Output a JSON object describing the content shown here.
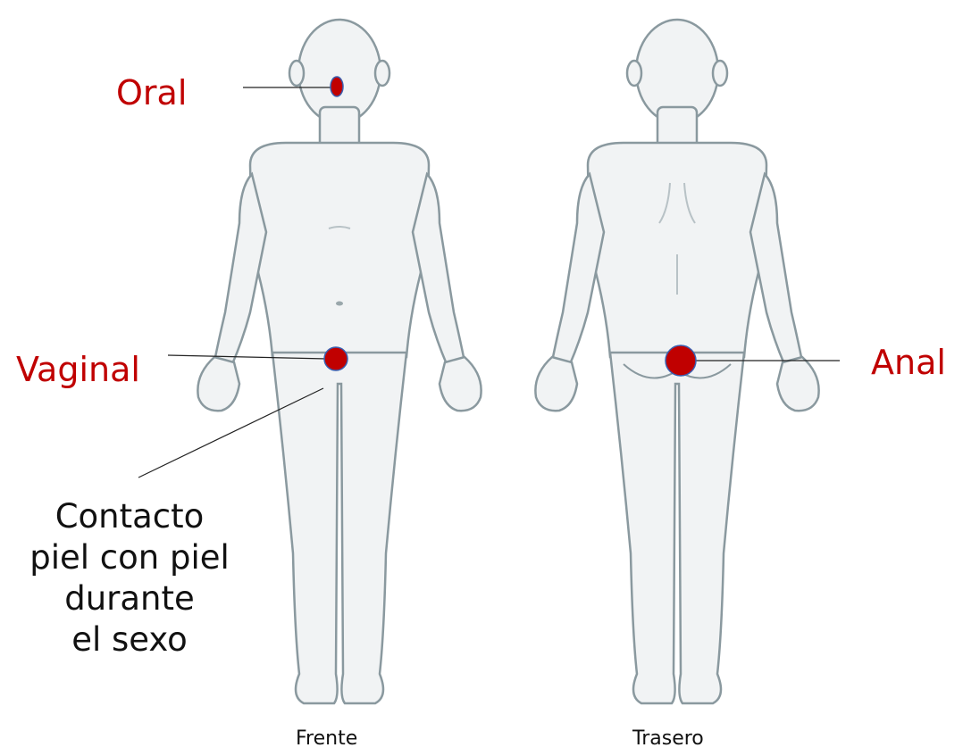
{
  "labels": {
    "oral": "Oral",
    "vaginal": "Vaginal",
    "anal": "Anal",
    "skin_contact_lines": [
      "Contacto",
      "piel con piel",
      "durante",
      "el sexo"
    ]
  },
  "captions": {
    "front": "Frente",
    "back": "Trasero"
  },
  "colors": {
    "label_text": "#c00000",
    "marker_fill": "#c00000",
    "marker_stroke": "#3a5fb0",
    "body_fill": "#f1f3f4",
    "body_stroke": "#8a999f",
    "leader_line": "#222222"
  }
}
